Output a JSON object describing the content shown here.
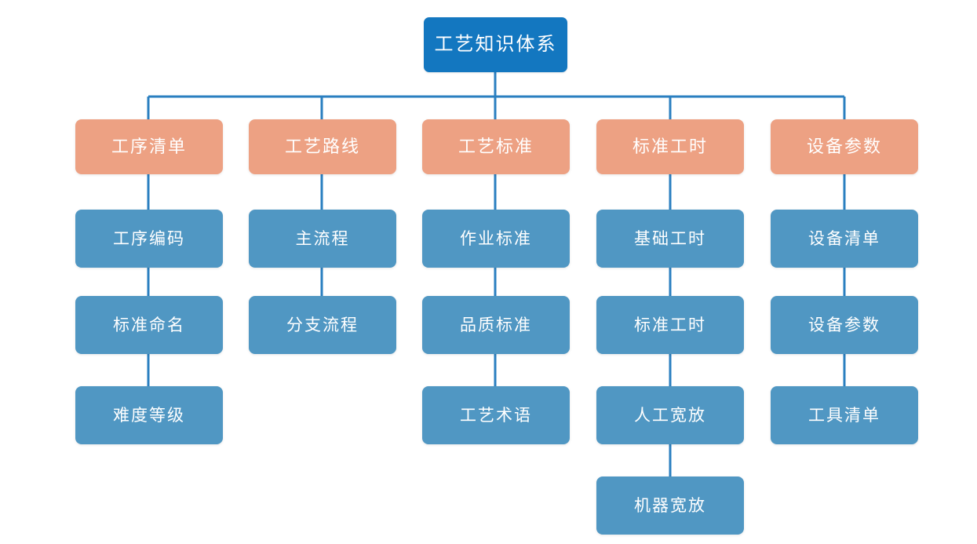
{
  "diagram": {
    "title": "工艺知识体系",
    "type": "org-chart",
    "background_color": "#ffffff",
    "colors": {
      "root": "#1377c0",
      "level2": "#eda183",
      "level3": "#5097c3",
      "connector": "#2a7fc0",
      "text": "#ffffff"
    },
    "root": {
      "label": "工艺知识体系"
    },
    "branches": [
      {
        "label": "工序清单",
        "children": [
          {
            "label": "工序编码"
          },
          {
            "label": "标准命名"
          },
          {
            "label": "难度等级"
          }
        ]
      },
      {
        "label": "工艺路线",
        "children": [
          {
            "label": "主流程"
          },
          {
            "label": "分支流程"
          }
        ]
      },
      {
        "label": "工艺标准",
        "children": [
          {
            "label": "作业标准"
          },
          {
            "label": "品质标准"
          },
          {
            "label": "工艺术语"
          }
        ]
      },
      {
        "label": "标准工时",
        "children": [
          {
            "label": "基础工时"
          },
          {
            "label": "标准工时"
          },
          {
            "label": "人工宽放"
          },
          {
            "label": "机器宽放"
          }
        ]
      },
      {
        "label": "设备参数",
        "children": [
          {
            "label": "设备清单"
          },
          {
            "label": "设备参数"
          },
          {
            "label": "工具清单"
          }
        ]
      }
    ]
  }
}
